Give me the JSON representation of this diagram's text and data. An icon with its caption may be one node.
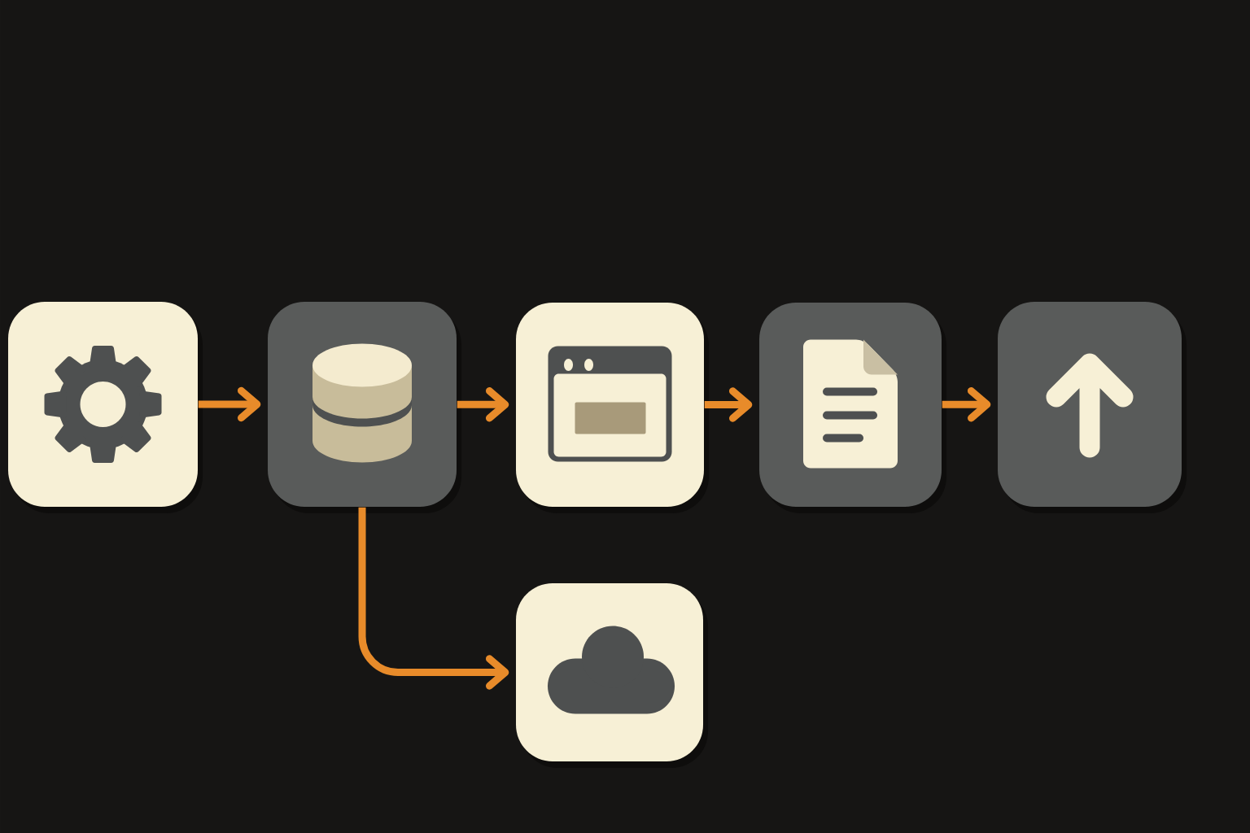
{
  "diagram": {
    "nodes": [
      {
        "text": [],
        "shape": "picture"
      },
      {
        "text": [],
        "shape": "picture"
      },
      {
        "text": [],
        "shape": "picture"
      },
      {
        "text": [],
        "shape": "picture"
      },
      {
        "text": [],
        "shape": "picture"
      },
      {
        "text": [],
        "shape": "picture"
      }
    ],
    "edges": [
      {
        "from": 0,
        "to": 1,
        "arrow": "to"
      },
      {
        "from": 1,
        "to": 2,
        "arrow": "to"
      },
      {
        "from": 2,
        "to": 3,
        "arrow": "to"
      },
      {
        "from": 3,
        "to": 4,
        "arrow": "to"
      },
      {
        "from": 1,
        "to": 5,
        "arrow": "to"
      }
    ]
  }
}
